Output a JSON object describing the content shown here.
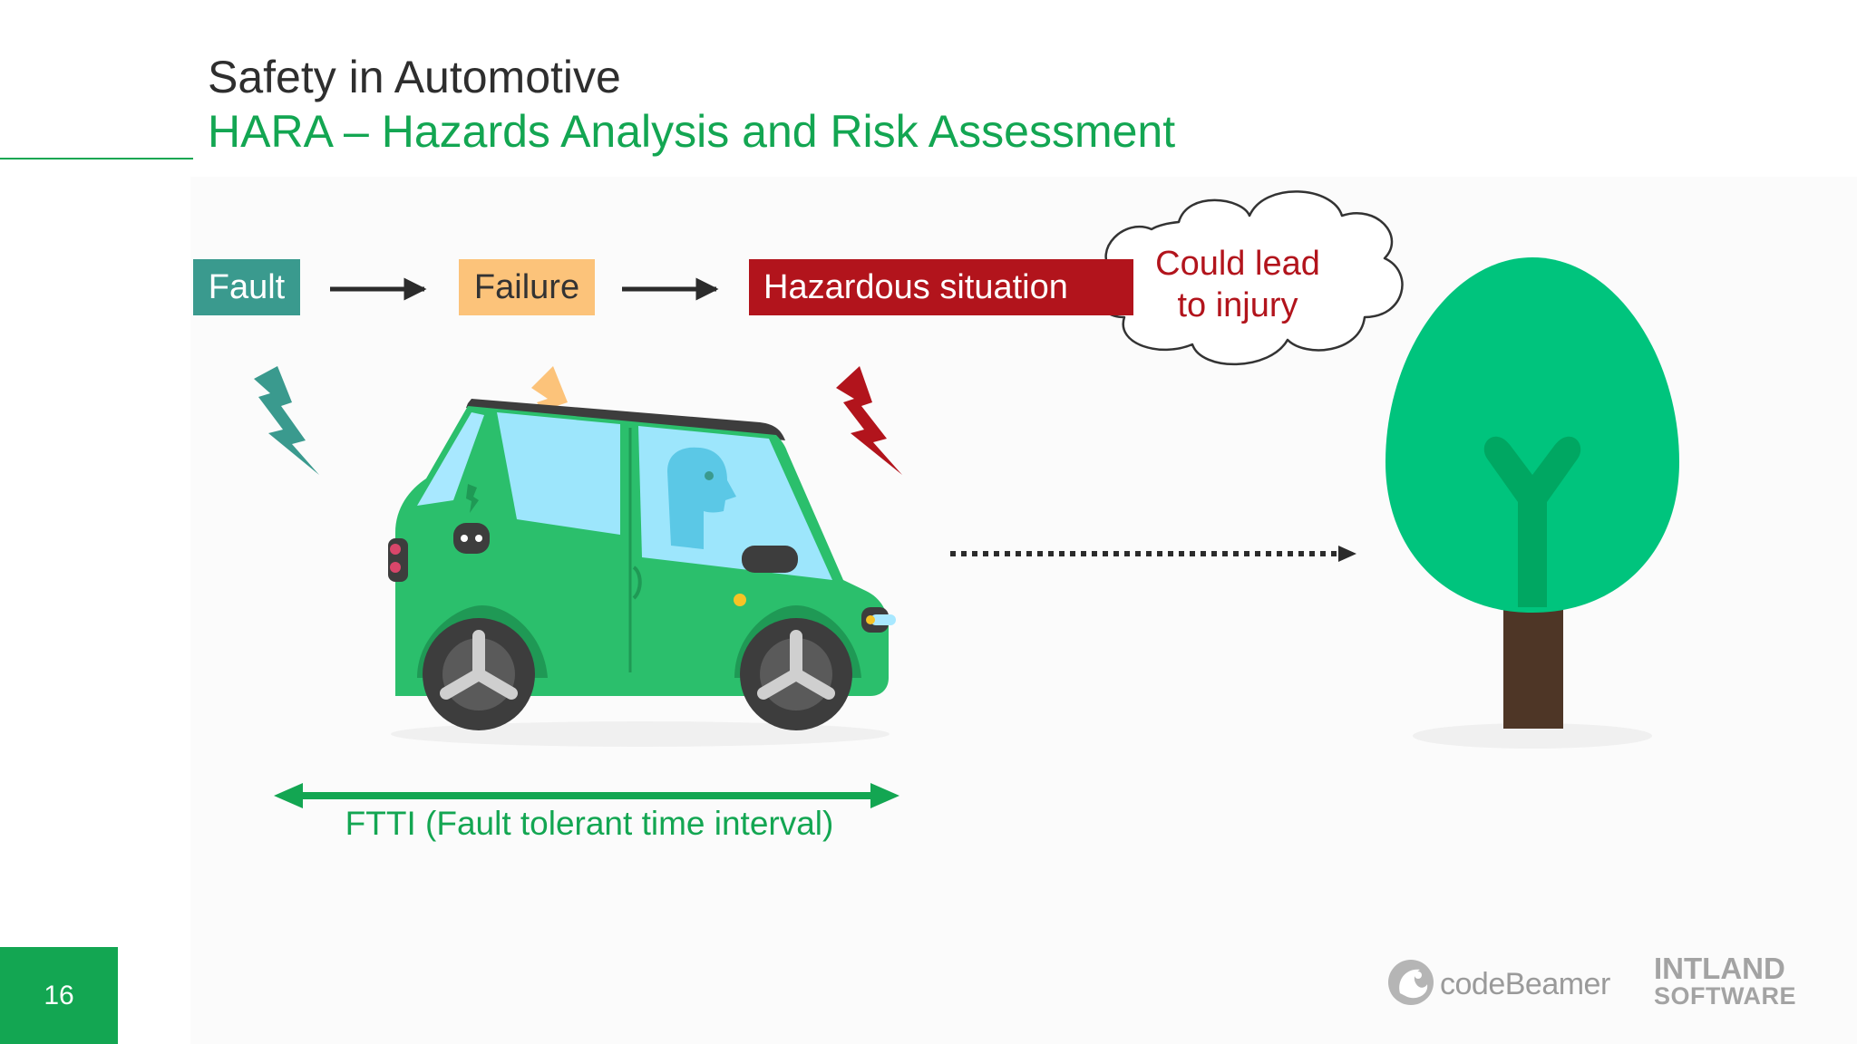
{
  "slide": {
    "title": "Safety in Automotive",
    "subtitle": "HARA – Hazards Analysis and Risk Assessment",
    "page_number": "16"
  },
  "chain": {
    "fault_label": "Fault",
    "failure_label": "Failure",
    "hazard_label": "Hazardous situation",
    "cloud_line1": "Could lead",
    "cloud_line2": "to injury"
  },
  "ftti": {
    "label": "FTTI (Fault tolerant time interval)"
  },
  "logos": {
    "codebeamer": "codeBeamer",
    "intland_line1": "INTLAND",
    "intland_line2": "SOFTWARE"
  },
  "colors": {
    "brand_green": "#13a652",
    "fault_teal": "#3a9a8e",
    "failure_orange": "#fcc37a",
    "hazard_red": "#b2141c",
    "car_green": "#2bbf6c",
    "tree_green": "#00c47d",
    "trunk_brown": "#4e3626"
  },
  "icons": {
    "fault_bolt": "lightning-bolt-teal",
    "failure_bolt": "lightning-bolt-orange",
    "hazard_bolt": "lightning-bolt-red",
    "car": "green-car",
    "tree": "tree",
    "cloud": "thought-cloud",
    "codebeamer_logo": "codebeamer-logo"
  }
}
